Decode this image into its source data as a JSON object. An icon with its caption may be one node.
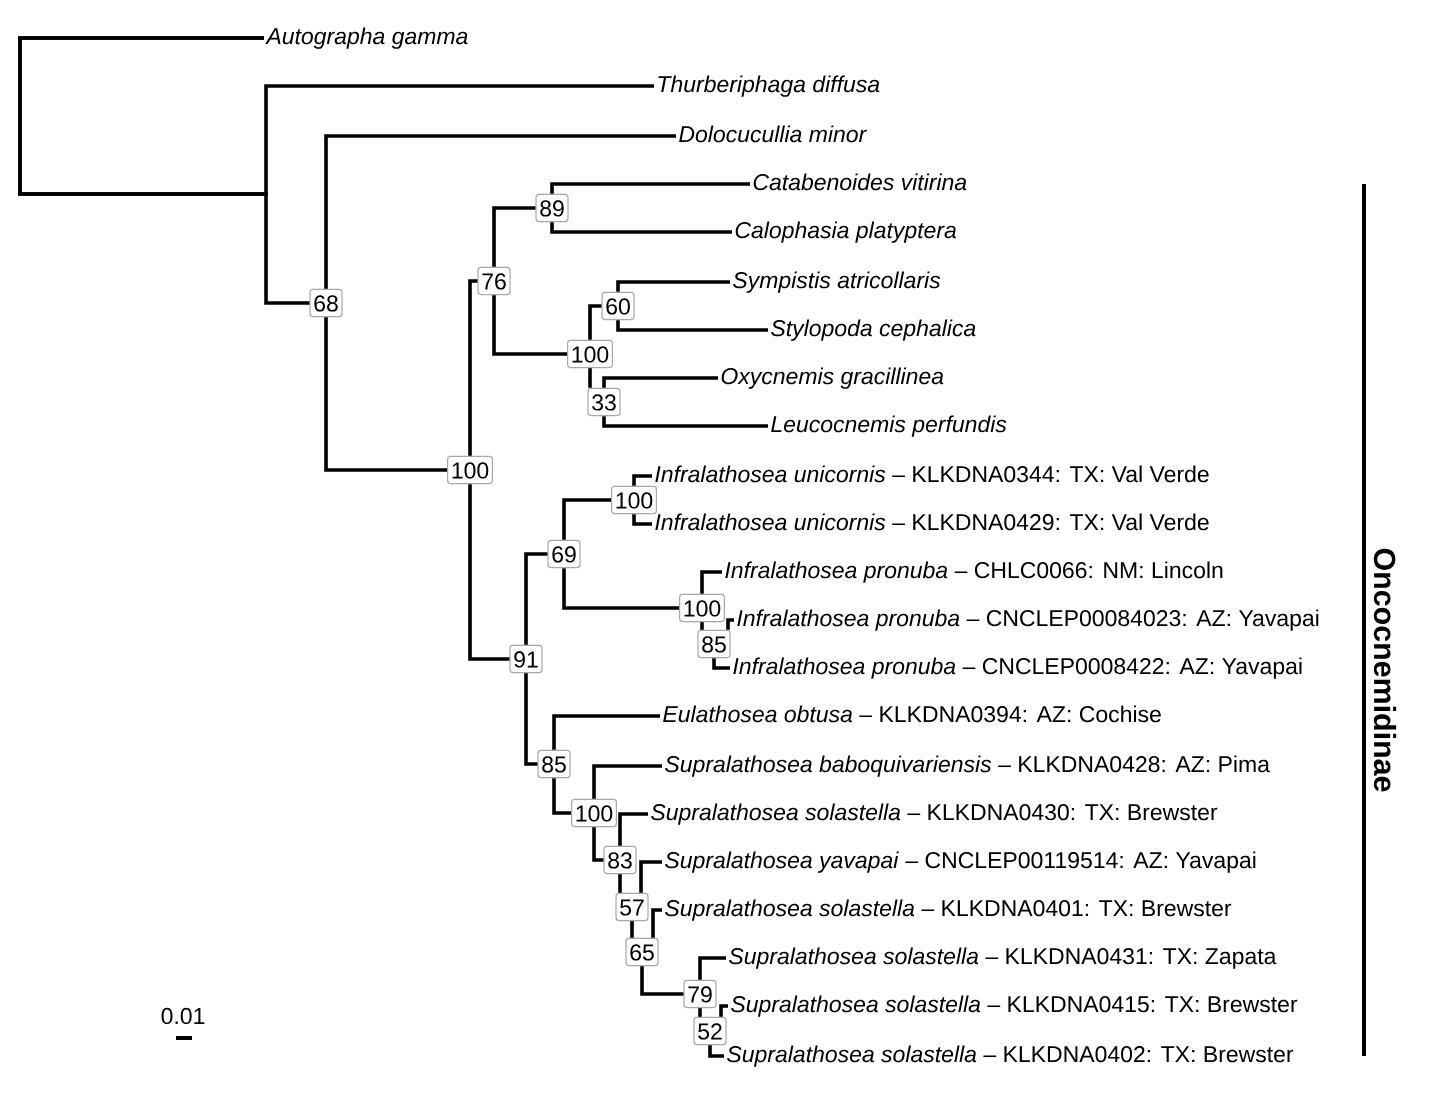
{
  "diagram": {
    "nodes": [
      {
        "text": [
          "Autographa gamma"
        ]
      },
      {
        "text": [
          "Thurberiphaga diffusa"
        ]
      },
      {
        "text": [
          "Dolocucullia minor"
        ]
      },
      {
        "text": [
          "Catabenoides vitirina"
        ]
      },
      {
        "text": [
          "89"
        ]
      },
      {
        "text": [
          "Calophasia platyptera"
        ]
      },
      {
        "text": [
          "76"
        ]
      },
      {
        "text": [
          "Sympistis atricollaris"
        ]
      },
      {
        "text": [
          "68"
        ]
      },
      {
        "text": [
          "60"
        ]
      },
      {
        "text": [
          "Stylopoda cephalica"
        ]
      },
      {
        "text": [
          "100"
        ]
      },
      {
        "text": [
          "Oxycnemis gracillinea"
        ]
      },
      {
        "text": [
          "33"
        ]
      },
      {
        "text": [
          "Leucocnemis perfundis"
        ]
      },
      {
        "text": [
          "100"
        ]
      },
      {
        "text": [
          "*Infralathosea unicornis* – KLKDNA0344: TX: Val Verde"
        ]
      },
      {
        "text": [
          "100"
        ]
      },
      {
        "text": [
          "*Infralathosea unicornis* – KLKDNA0429: TX: Val Verde"
        ]
      },
      {
        "text": [
          "69"
        ]
      },
      {
        "text": [
          "*Infralathosea pronuba* – CHLC0066: NM: Lincoln"
        ]
      },
      {
        "text": [
          "100"
        ]
      },
      {
        "text": [
          "*Infralathosea pronuba* – CNCLEP00084023: AZ: Yavapai"
        ]
      },
      {
        "text": [
          "85"
        ]
      },
      {
        "text": [
          "91"
        ]
      },
      {
        "text": [
          "*Infralathosea pronuba* – CNCLEP0008422: AZ: Yavapai"
        ]
      },
      {
        "text": [
          "*Eulathosea obtusa* – KLKDNA0394: AZ: Cochise"
        ]
      },
      {
        "text": [
          "85"
        ]
      },
      {
        "text": [
          "*Supralathosea baboquivariensis* – KLKDNA0428: AZ: Pima"
        ]
      },
      {
        "text": [
          "100"
        ]
      },
      {
        "text": [
          "*Supralathosea solastella* – KLKDNA0430: TX: Brewster"
        ]
      },
      {
        "text": [
          "83"
        ]
      },
      {
        "text": [
          "*Supralathosea yavapai* – CNCLEP00119514: AZ: Yavapai"
        ]
      },
      {
        "text": [
          "57"
        ]
      },
      {
        "text": [
          "*Supralathosea solastella* – KLKDNA0401: TX: Brewster"
        ]
      },
      {
        "text": [
          "65"
        ]
      },
      {
        "text": [
          "*Supralathosea solastella* – KLKDNA0431: TX: Zapata"
        ]
      },
      {
        "text": [
          "79"
        ]
      },
      {
        "text": [
          "*Supralathosea solastella* – KLKDNA0415: TX: Brewster"
        ]
      },
      {
        "text": [
          "52"
        ]
      },
      {
        "text": [
          "*Supralathosea solastella* – KLKDNA0402: TX: Brewster"
        ]
      }
    ],
    "edges": [
      {
        "from": 0,
        "to": 1,
        "arrow": "none"
      },
      {
        "from": 0,
        "to": 8,
        "arrow": "none"
      },
      {
        "from": 8,
        "to": 2,
        "arrow": "none"
      },
      {
        "from": 8,
        "to": 15,
        "arrow": "none"
      },
      {
        "from": 4,
        "to": 3,
        "arrow": "none"
      },
      {
        "from": 4,
        "to": 5,
        "arrow": "none"
      },
      {
        "from": 6,
        "to": 4,
        "arrow": "none"
      },
      {
        "from": 6,
        "to": 11,
        "arrow": "none"
      },
      {
        "from": 9,
        "to": 7,
        "arrow": "none"
      },
      {
        "from": 9,
        "to": 10,
        "arrow": "none"
      },
      {
        "from": 11,
        "to": 9,
        "arrow": "none"
      },
      {
        "from": 11,
        "to": 13,
        "arrow": "none"
      },
      {
        "from": 13,
        "to": 12,
        "arrow": "none"
      },
      {
        "from": 13,
        "to": 14,
        "arrow": "none"
      },
      {
        "from": 15,
        "to": 6,
        "arrow": "none"
      },
      {
        "from": 15,
        "to": 24,
        "arrow": "none"
      },
      {
        "from": 17,
        "to": 16,
        "arrow": "none"
      },
      {
        "from": 17,
        "to": 18,
        "arrow": "none"
      },
      {
        "from": 19,
        "to": 17,
        "arrow": "none"
      },
      {
        "from": 19,
        "to": 21,
        "arrow": "none"
      },
      {
        "from": 21,
        "to": 20,
        "arrow": "none"
      },
      {
        "from": 21,
        "to": 23,
        "arrow": "none"
      },
      {
        "from": 23,
        "to": 22,
        "arrow": "none"
      },
      {
        "from": 23,
        "to": 25,
        "arrow": "none"
      },
      {
        "from": 24,
        "to": 19,
        "arrow": "none"
      },
      {
        "from": 24,
        "to": 27,
        "arrow": "none"
      },
      {
        "from": 27,
        "to": 26,
        "arrow": "none"
      },
      {
        "from": 27,
        "to": 29,
        "arrow": "none"
      },
      {
        "from": 29,
        "to": 28,
        "arrow": "none"
      },
      {
        "from": 29,
        "to": 31,
        "arrow": "none"
      },
      {
        "from": 31,
        "to": 30,
        "arrow": "none"
      },
      {
        "from": 31,
        "to": 33,
        "arrow": "none"
      },
      {
        "from": 33,
        "to": 32,
        "arrow": "none"
      },
      {
        "from": 33,
        "to": 35,
        "arrow": "none"
      },
      {
        "from": 35,
        "to": 34,
        "arrow": "none"
      },
      {
        "from": 35,
        "to": 37,
        "arrow": "none"
      },
      {
        "from": 37,
        "to": 36,
        "arrow": "none"
      },
      {
        "from": 37,
        "to": 39,
        "arrow": "none"
      },
      {
        "from": 39,
        "to": 38,
        "arrow": "none"
      },
      {
        "from": 39,
        "to": 40,
        "arrow": "none"
      }
    ],
    "labels": [
      "Oncocnemidinae",
      "0.01"
    ]
  }
}
